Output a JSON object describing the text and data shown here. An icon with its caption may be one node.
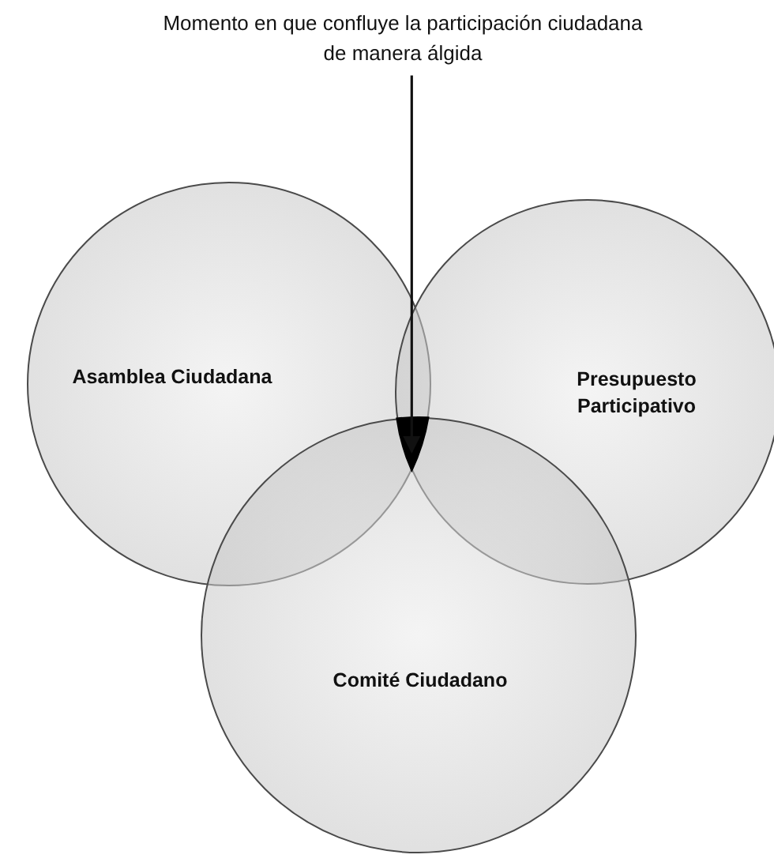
{
  "diagram": {
    "nodes": [
      {
        "text": [
          "Momento en que confluye la participación ciudadana de manera álgida"
        ]
      },
      {
        "text": [
          "Asamblea Ciudadana"
        ]
      },
      {
        "text": [
          "Presupuesto Participativo"
        ]
      },
      {
        "text": [
          "Comité Ciudadano"
        ]
      },
      {
        "text": [],
        "shape": "triangle"
      }
    ],
    "edges": [
      {
        "from": 0,
        "to": 4,
        "arrow": "to"
      }
    ]
  }
}
